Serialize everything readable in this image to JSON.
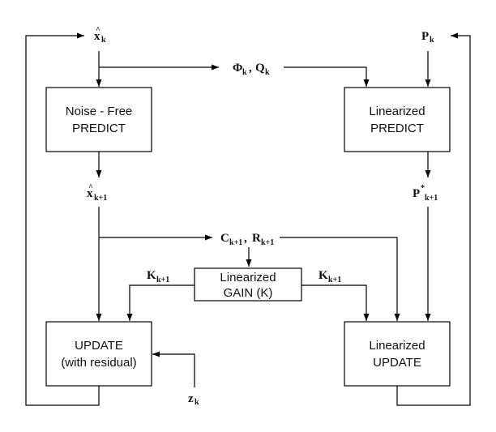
{
  "diagram": {
    "boxes": {
      "noise_free_predict": {
        "line1": "Noise - Free",
        "line2": "PREDICT"
      },
      "linearized_predict": {
        "line1": "Linearized",
        "line2": "PREDICT"
      },
      "linearized_gain": {
        "line1": "Linearized",
        "line2": "GAIN (K)"
      },
      "update_residual": {
        "line1": "UPDATE",
        "line2": "(with residual)"
      },
      "linearized_update": {
        "line1": "Linearized",
        "line2": "UPDATE"
      }
    },
    "symbols": {
      "x_hat_k": {
        "main": "x",
        "hat": "^",
        "sub": "k"
      },
      "p_k": {
        "main": "P",
        "sub": "k"
      },
      "phi_q": {
        "phi": "Φ",
        "phi_sub": "k",
        "sep": ",",
        "q": "Q",
        "q_sub": "k"
      },
      "x_hat_k1": {
        "main": "x",
        "hat": "^",
        "sub": "k+1"
      },
      "p_star_k1": {
        "main": "P",
        "sup": "*",
        "sub": "k+1"
      },
      "c_r": {
        "c": "C",
        "c_sub": "k+1",
        "sep": ",",
        "r": "R",
        "r_sub": "k+1"
      },
      "k_left": {
        "main": "K",
        "sub": "k+1"
      },
      "k_right": {
        "main": "K",
        "sub": "k+1"
      },
      "z_k": {
        "main": "z",
        "sub": "k"
      }
    }
  }
}
